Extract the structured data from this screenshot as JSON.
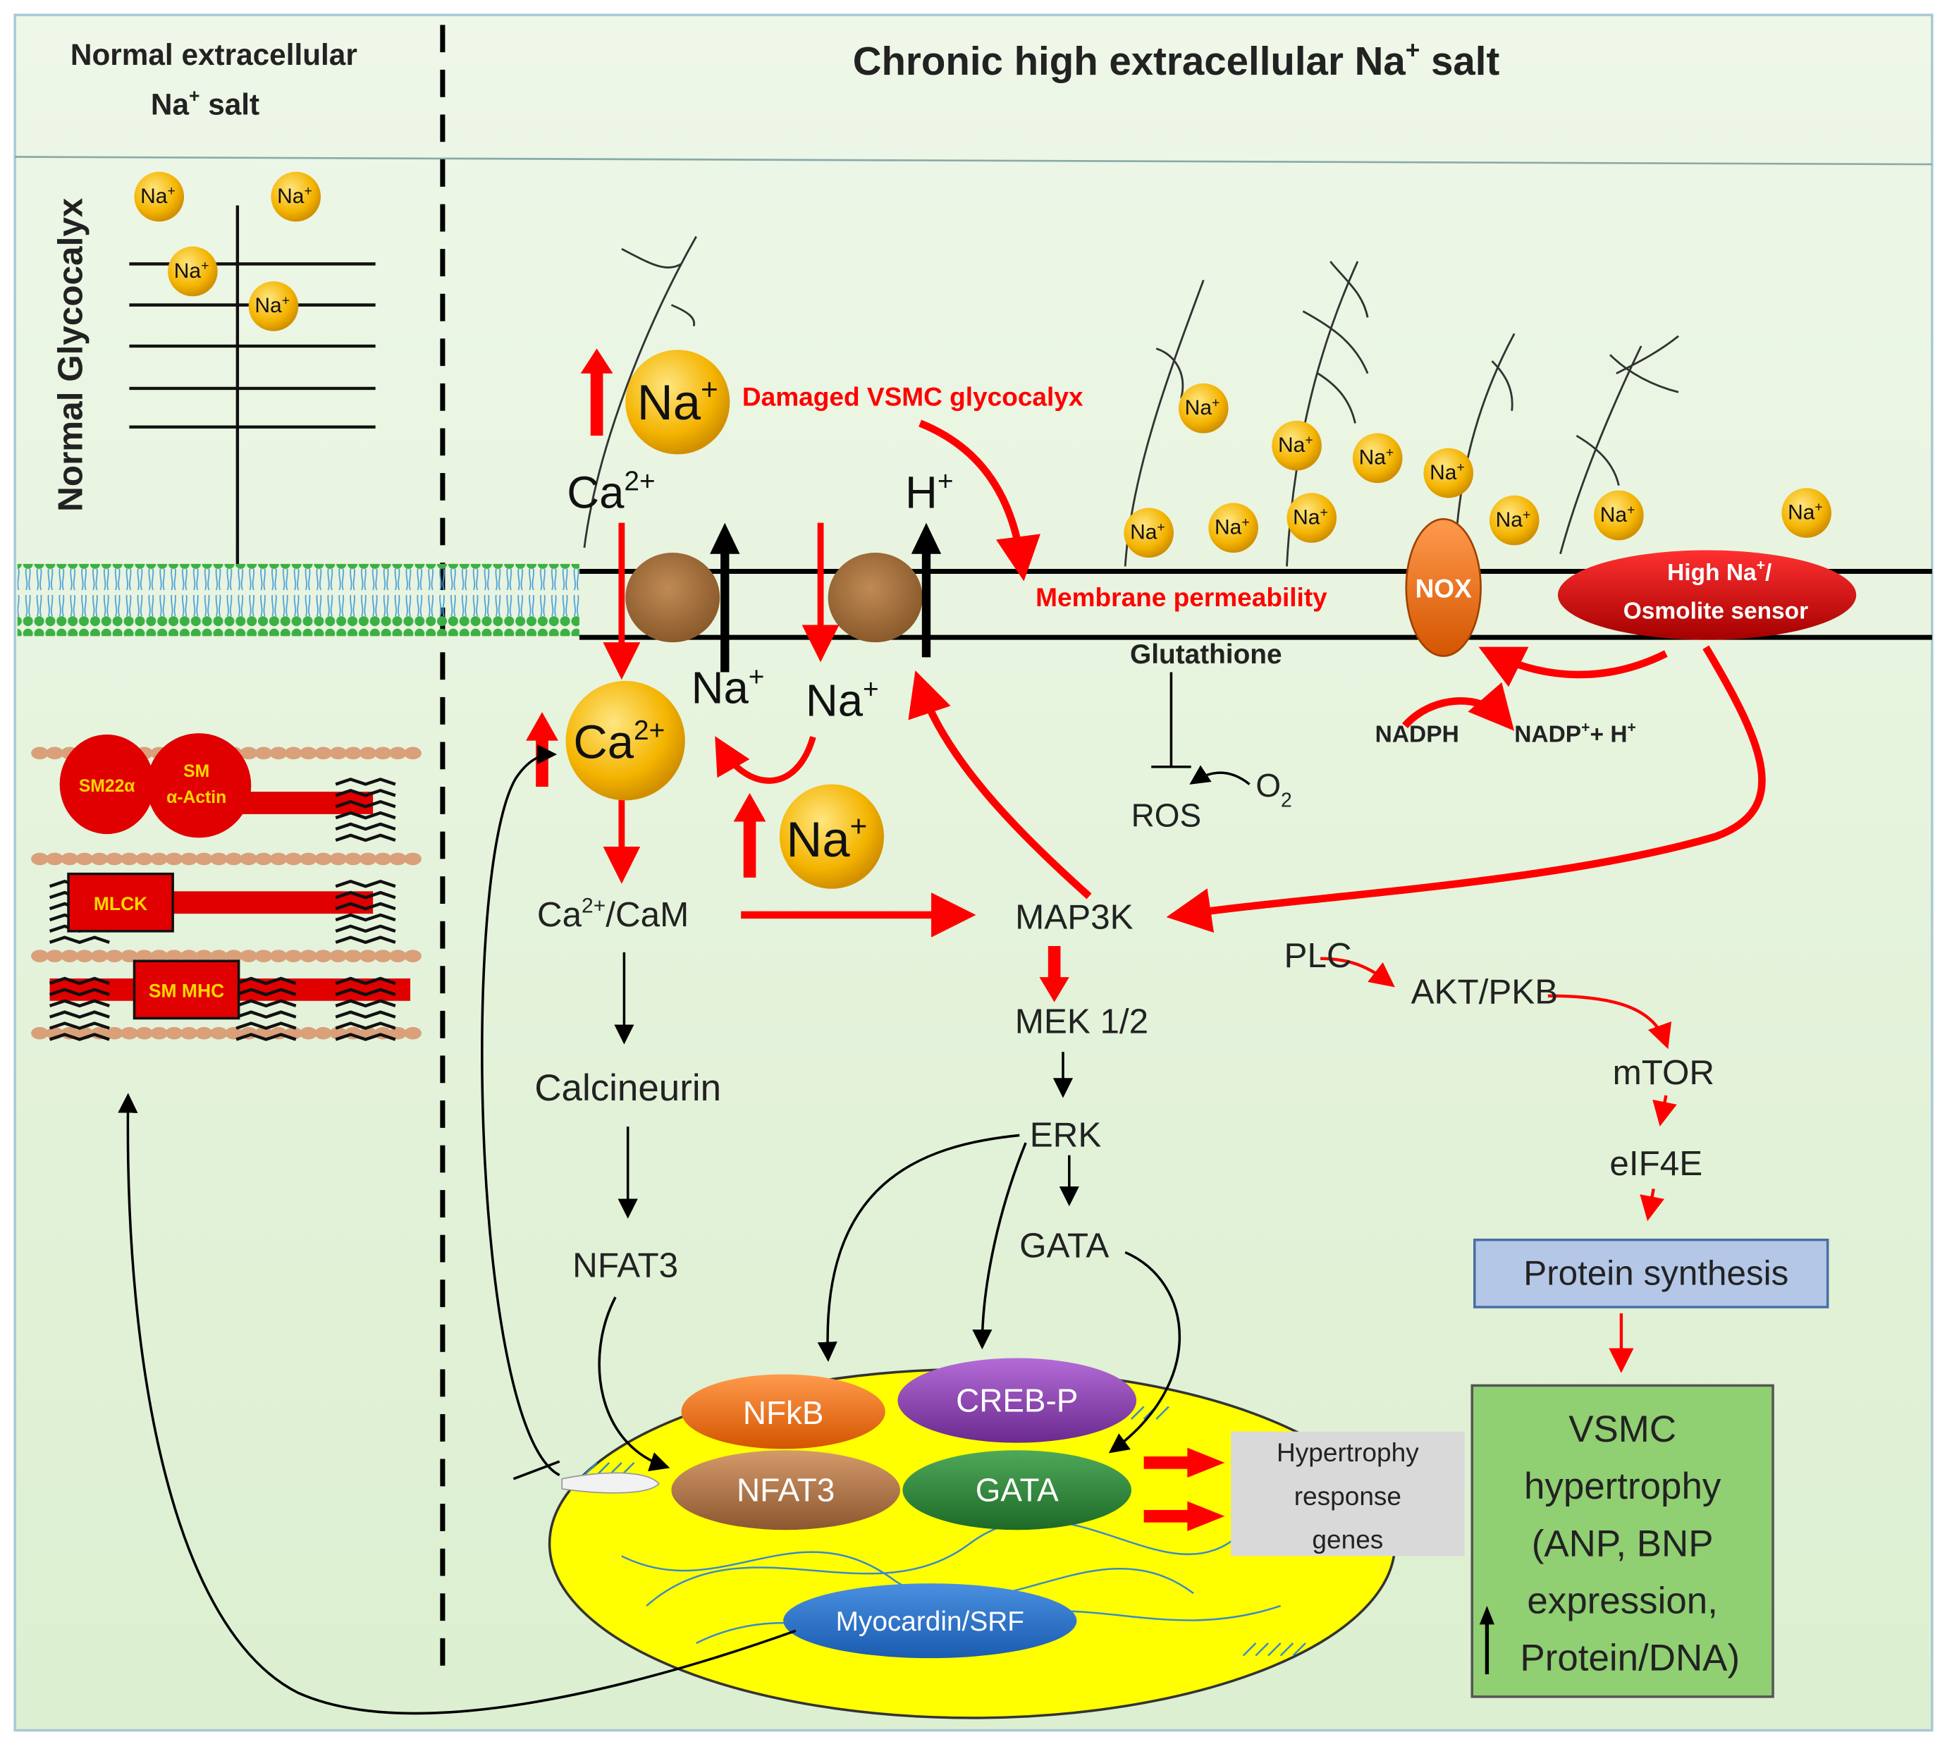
{
  "header": {
    "left_title_line1": "Normal extracellular",
    "left_title_line2": "Na",
    "left_title_line2_sup": "+",
    "left_title_line2_tail": " salt",
    "right_title": "Chronic high extracellular Na",
    "right_title_sup": "+",
    "right_title_tail": " salt"
  },
  "left_panel": {
    "side_label": "Normal Glycocalyx",
    "sodium_label": "Na",
    "sodium_sup": "+",
    "contractile": {
      "sm22a": "SM22α",
      "sm_actin_line1": "SM",
      "sm_actin_line2": "α-Actin",
      "mlck": "MLCK",
      "sm_mhc": "SM MHC"
    }
  },
  "membrane": {
    "damaged_glycocalyx": "Damaged VSMC glycocalyx",
    "membrane_permeability": "Membrane permeability",
    "nox": "NOX",
    "sensor_line1": "High Na",
    "sensor_sup": "+",
    "sensor_line1_tail": "/",
    "sensor_line2": "Osmolite sensor",
    "ca_top": "Ca",
    "ca_sup": "2+",
    "h_top": "H",
    "h_sup": "+",
    "na_big": "Na",
    "na_sup": "+"
  },
  "cytoplasm": {
    "na_left": "Na",
    "na_right": "Na",
    "plus": "+",
    "ca_ball": "Ca",
    "ca_ball_sup": "2+",
    "na_ball": "Na",
    "na_ball_sup": "+",
    "glutathione": "Glutathione",
    "nadph": "NADPH",
    "nadp": "NADP",
    "nadp_tail": "+ H",
    "ros": "ROS",
    "o2": "O",
    "o2_sub": "2",
    "ca_cam": "Ca",
    "ca_cam_sup": "2+",
    "ca_cam_tail": "/CaM",
    "map3k": "MAP3K",
    "mek": "MEK 1/2",
    "erk": "ERK",
    "gata": "GATA",
    "calcineurin": "Calcineurin",
    "nfat3": "NFAT3",
    "plc": "PLC",
    "akt": "AKT/PKB",
    "mtor": "mTOR",
    "eif4e": "eIF4E",
    "protein_synthesis": "Protein synthesis"
  },
  "nucleus": {
    "nfkb": "NFkB",
    "creb": "CREB-P",
    "nfat3": "NFAT3",
    "gata": "GATA",
    "myocardin": "Myocardin/SRF",
    "response_line1": "Hypertrophy",
    "response_line2": "response",
    "response_line3": "genes"
  },
  "outcome": {
    "line1": "VSMC",
    "line2": "hypertrophy",
    "line3": "(ANP, BNP",
    "line4": "expression,",
    "line5": "Protein/DNA)"
  },
  "colors": {
    "background": "#e3f2da",
    "red": "#ff0000",
    "sodium": "#f4b400",
    "nucleus": "#ffff00",
    "outcome_box": "#90cf72",
    "protein_box": "#b4c7e7"
  }
}
